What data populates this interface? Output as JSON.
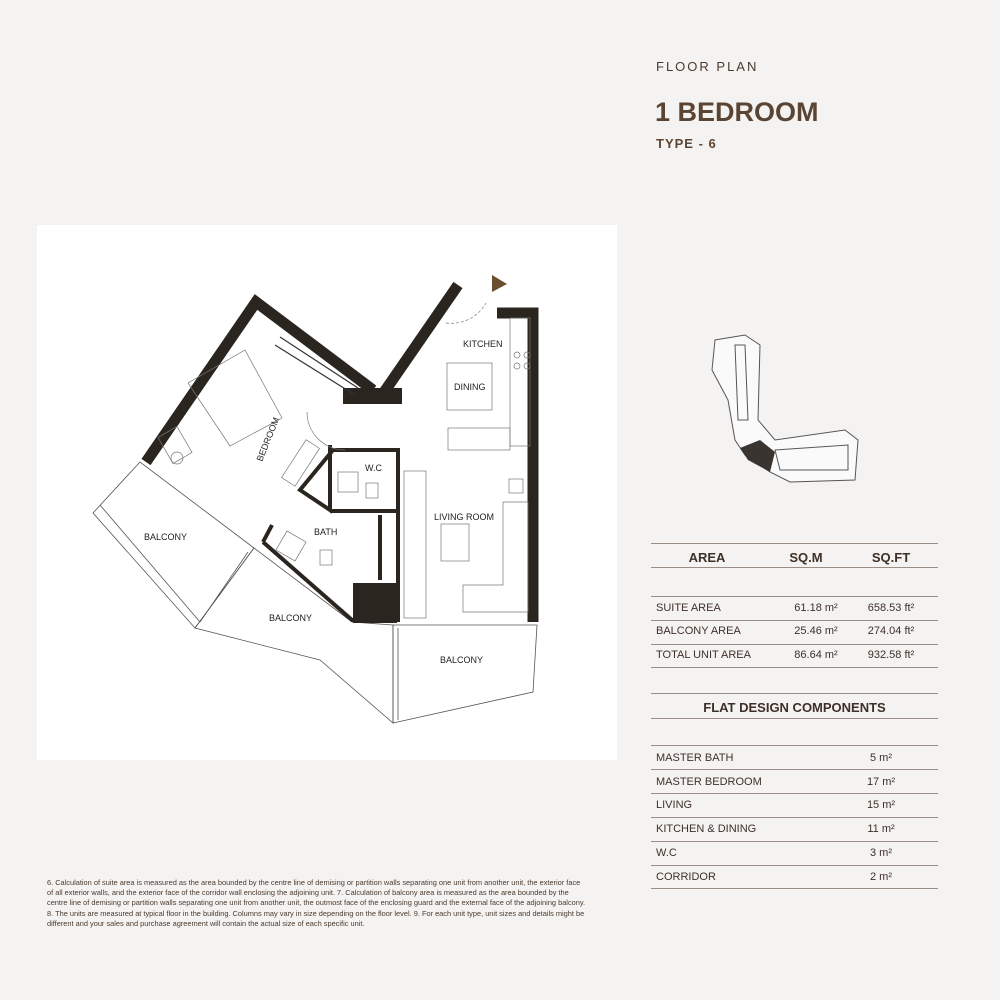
{
  "header": {
    "eyebrow": "FLOOR PLAN",
    "title": "1 BEDROOM",
    "subtitle": "TYPE - 6"
  },
  "plan": {
    "rooms": {
      "kitchen": "KITCHEN",
      "dining": "DINING",
      "bedroom": "BEDROOM",
      "wc": "W.C",
      "bath": "BATH",
      "living": "LIVING ROOM",
      "balcony1": "BALCONY",
      "balcony2": "BALCONY",
      "balcony3": "BALCONY"
    },
    "entrance_icon": "entrance-arrow-icon"
  },
  "area_table": {
    "headers": [
      "AREA",
      "SQ.M",
      "SQ.FT"
    ],
    "rows": [
      [
        "SUITE AREA",
        "61.18 m²",
        "658.53 ft²"
      ],
      [
        "BALCONY AREA",
        "25.46 m²",
        "274.04 ft²"
      ],
      [
        "TOTAL UNIT AREA",
        "86.64 m²",
        "932.58 ft²"
      ]
    ]
  },
  "components": {
    "title": "FLAT DESIGN COMPONENTS",
    "rows": [
      [
        "MASTER BATH",
        "5 m²"
      ],
      [
        "MASTER BEDROOM",
        "17 m²"
      ],
      [
        "LIVING",
        "15 m²"
      ],
      [
        "KITCHEN & DINING",
        "11 m²"
      ],
      [
        "W.C",
        "3 m²"
      ],
      [
        "CORRIDOR",
        "2 m²"
      ]
    ]
  },
  "footnote": "6. Calculation of suite area is measured as the area bounded by the centre line of demising or partition walls separating one unit from another unit, the exterior face of all exterior walls, and the exterior face of the corridor wall enclosing the adjoining unit.  7. Calculation of balcony area is measured as the area bounded by the centre line of demising or partition walls separating one unit from another unit, the outmost face of the enclosing guard and the external face of the adjoining balcony. 8. The units are measured at typical floor in the building. Columns may vary in size depending on the floor level. 9. For each unit type, unit sizes and details might be different and your sales and purchase agreement will contain the actual size of each specific unit.",
  "colors": {
    "background": "#f5f3f1",
    "wall": "#2b2520",
    "accent": "#6b4e2e"
  }
}
